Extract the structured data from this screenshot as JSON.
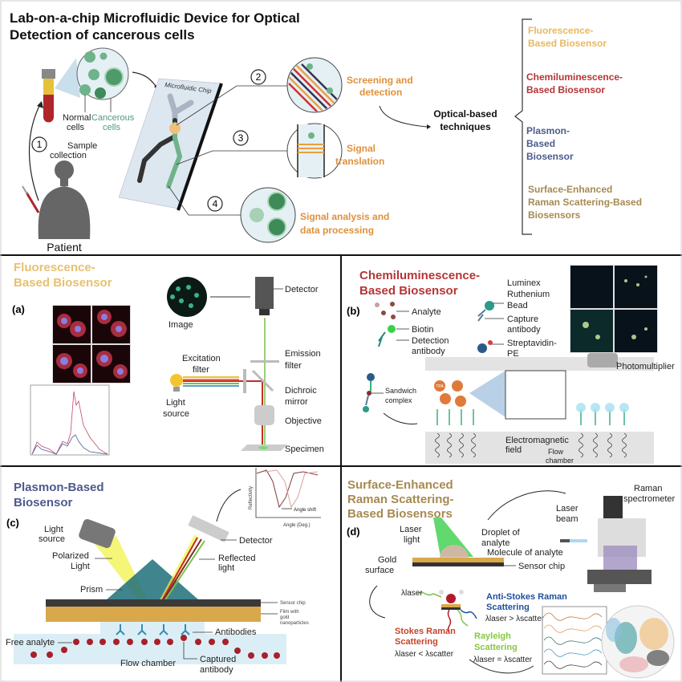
{
  "colors": {
    "fluorescence": "#e8b860",
    "chemiluminescence": "#b63535",
    "plasmon": "#4d5b8c",
    "sers": "#a68a52",
    "step_text": "#e0913a",
    "cancerous": "#4f9a7c",
    "anti_stokes": "#1f4fa0",
    "stokes": "#c8432c",
    "rayleigh": "#86c940"
  },
  "overview": {
    "title": [
      "Lab-on-a-chip Microfluidic Device for Optical",
      "Detection of cancerous cells"
    ],
    "step_numbers": [
      "1",
      "2",
      "3",
      "4"
    ],
    "sample_collection": [
      "Sample",
      "collection"
    ],
    "normal_cells": [
      "Normal",
      "cells"
    ],
    "cancerous_cells": [
      "Cancerous",
      "cells"
    ],
    "patient": "Patient",
    "chip_label": "Microfluidic Chip",
    "screening": [
      "Screening and",
      "detection"
    ],
    "translation": [
      "Signal",
      "translation"
    ],
    "analysis": [
      "Signal analysis and",
      "data processing"
    ],
    "optical": [
      "Optical-based",
      "techniques"
    ],
    "techniques": {
      "fluorescence": [
        "Fluorescence-",
        "Based Biosensor"
      ],
      "chemiluminescence": [
        "Chemiluminescence-",
        "Based Biosensor"
      ],
      "plasmon": [
        "Plasmon-",
        "Based",
        "Biosensor"
      ],
      "sers": [
        "Surface-Enhanced",
        "Raman Scattering-Based",
        "Biosensors"
      ]
    }
  },
  "panel_a": {
    "title": [
      "Fluorescence-",
      "Based Biosensor"
    ],
    "letter": "(a)",
    "image": "Image",
    "detector": "Detector",
    "excitation_filter": [
      "Excitation",
      "filter"
    ],
    "emission_filter": [
      "Emission",
      "filter"
    ],
    "light_source": [
      "Light",
      "source"
    ],
    "dichroic_mirror": [
      "Dichroic",
      "mirror"
    ],
    "objective": "Objective",
    "specimen": "Specimen"
  },
  "panel_b": {
    "title": [
      "Chemiluminescence-",
      "Based Biosensor"
    ],
    "letter": "(b)",
    "analyte": "Analyte",
    "biotin": "Biotin",
    "detection_antibody": [
      "Detection",
      "antibody"
    ],
    "bead": [
      "Luminex",
      "Ruthenium",
      "Bead"
    ],
    "capture_antibody": [
      "Capture",
      "antibody"
    ],
    "streptavidin": [
      "Streptavidin-",
      "PE"
    ],
    "photomultiplier": "Photomultiplier",
    "sandwich": [
      "Sandwich",
      "complex"
    ],
    "em_field": [
      "Electromagnetic",
      "field"
    ],
    "flow_chamber": [
      "Flow",
      "chamber"
    ],
    "tpa": "TPA"
  },
  "panel_c": {
    "title": [
      "Plasmon-Based",
      "Biosensor"
    ],
    "letter": "(c)",
    "light_source": [
      "Light",
      "source"
    ],
    "polarized": [
      "Polarized",
      "Light"
    ],
    "prism": "Prism",
    "detector": "Detector",
    "reflected": [
      "Reflected",
      "light"
    ],
    "sensor_chip": "Sensor chip",
    "film": [
      "Film with",
      "gold",
      "nanoparticles"
    ],
    "antibodies": "Antibodies",
    "free_analyte": "Free analyte",
    "flow_chamber": "Flow chamber",
    "captured": [
      "Captured",
      "antibody"
    ],
    "graph_ylabel": "Reflectivity",
    "graph_xlabel": "Angle (Deg.)",
    "angle_shift": "Angle shift"
  },
  "panel_d": {
    "title": [
      "Surface-Enhanced",
      "Raman Scattering-",
      "Based Biosensors"
    ],
    "letter": "(d)",
    "laser_light": [
      "Laser",
      "light"
    ],
    "droplet": [
      "Droplet of",
      "analyte"
    ],
    "molecule": "Molecule of analyte",
    "gold_surface": [
      "Gold",
      "surface"
    ],
    "sensor_chip": "Sensor chip",
    "laser_beam": [
      "Laser",
      "beam"
    ],
    "spectrometer": [
      "Raman",
      "spectrometer"
    ],
    "lambda_laser": "λlaser",
    "anti_stokes": [
      "Anti-Stokes Raman",
      "Scattering"
    ],
    "anti_stokes_rel": "λlaser > λscatter",
    "stokes": [
      "Stokes Raman",
      "Scattering"
    ],
    "stokes_rel": "λlaser < λscatter",
    "rayleigh": [
      "Rayleigh",
      "Scattering"
    ],
    "rayleigh_rel": "λlaser = λscatter"
  }
}
